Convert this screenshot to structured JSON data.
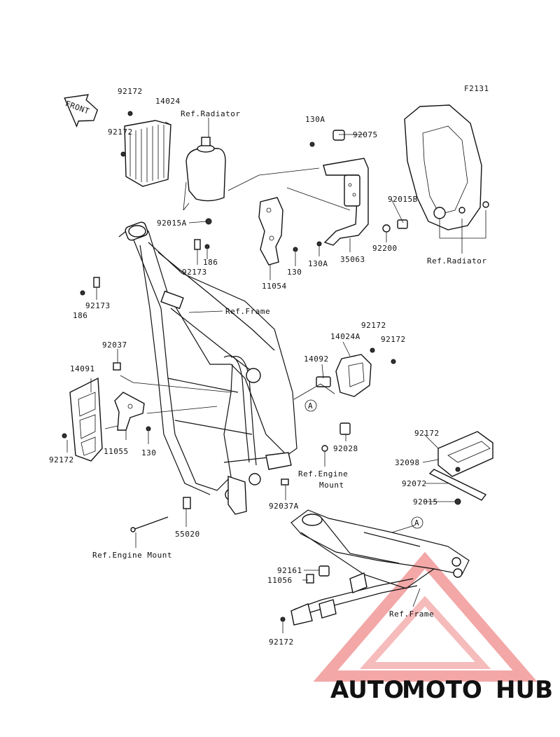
{
  "diagram": {
    "figure_code": "F2131",
    "front_arrow_label": "FRONT",
    "labels": {
      "l_92172_a": "92172",
      "l_14024": "14024",
      "l_ref_radiator_a": "Ref.Radiator",
      "l_92172_b": "92172",
      "l_92015a": "92015A",
      "l_130a_a": "130A",
      "l_92075": "92075",
      "l_92015b": "92015B",
      "l_92200": "92200",
      "l_35063": "35063",
      "l_130a_b": "130A",
      "l_130_a": "130",
      "l_11054": "11054",
      "l_ref_radiator_b": "Ref.Radiator",
      "l_92173_a": "92173",
      "l_186_a": "186",
      "l_92173_b": "92173",
      "l_186_b": "186",
      "l_ref_frame_a": "Ref.Frame",
      "l_92172_c": "92172",
      "l_14024a": "14024A",
      "l_92172_d": "92172",
      "l_14092": "14092",
      "l_callout_a_1": "A",
      "l_92037": "92037",
      "l_14091": "14091",
      "l_11055": "11055",
      "l_130_b": "130",
      "l_92172_e": "92172",
      "l_92028": "92028",
      "l_ref_engine_mount_a1": "Ref.Engine",
      "l_ref_engine_mount_a2": "Mount",
      "l_92037a": "92037A",
      "l_55020": "55020",
      "l_ref_engine_mount_b": "Ref.Engine Mount",
      "l_92172_f": "92172",
      "l_32098": "32098",
      "l_92072": "92072",
      "l_92015": "92015",
      "l_callout_a_2": "A",
      "l_92161": "92161",
      "l_11056": "11056",
      "l_ref_frame_b": "Ref.Frame",
      "l_92172_g": "92172"
    }
  },
  "watermark": {
    "part_1": "AUTO",
    "part_2": "MOTO",
    "part_3": "HUB",
    "colors": {
      "orange": "#f5a623",
      "red": "#e8393f",
      "gray": "#5a5a5a",
      "triangle": "#e8393f"
    }
  }
}
